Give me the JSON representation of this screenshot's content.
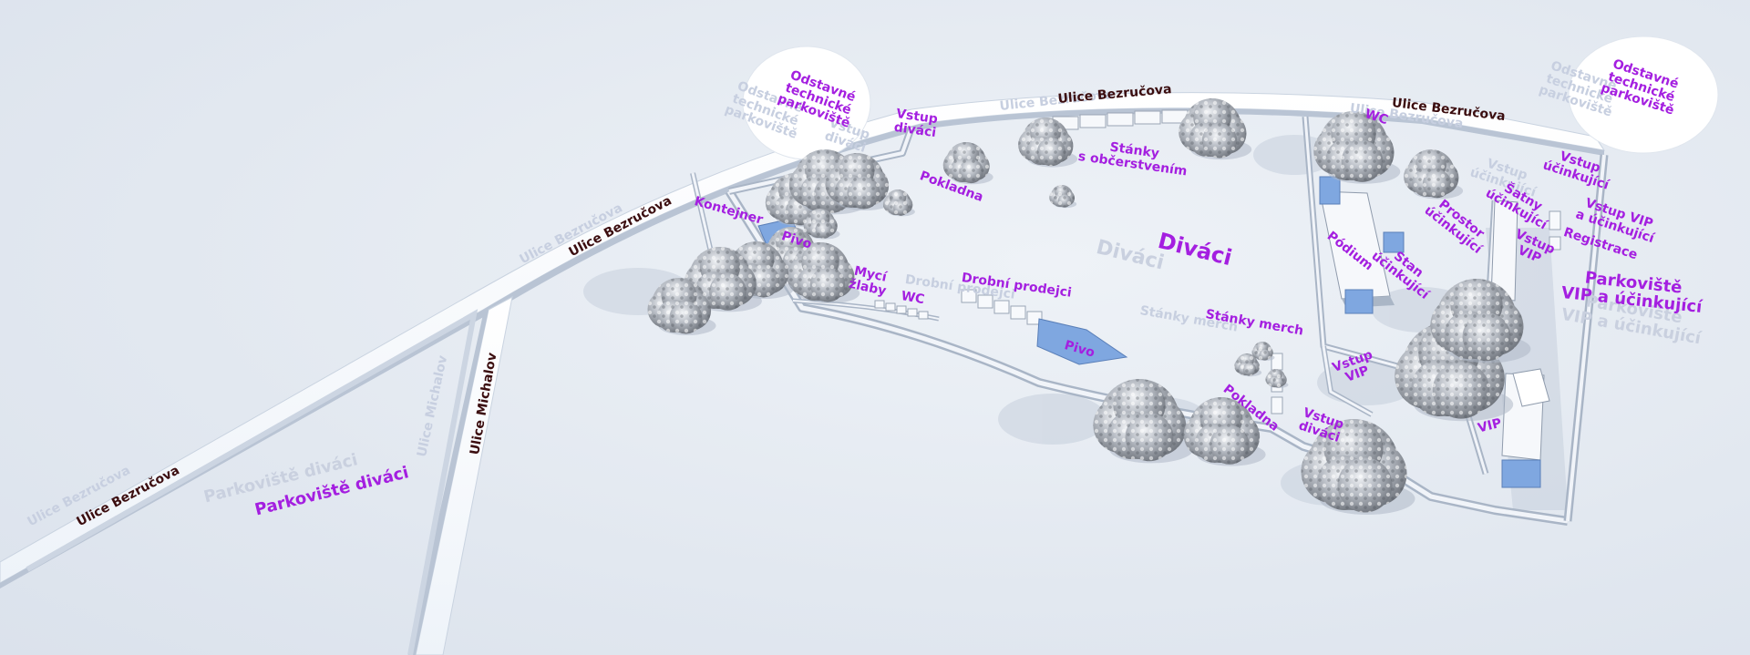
{
  "labels": {
    "street_bezrucova_1": "Ulice Bezručova",
    "street_bezrucova_2": "Ulice Bezručova",
    "street_bezrucova_3": "Ulice Bezručova",
    "street_bezrucova_4": "Ulice Bezručova",
    "street_michalov": "Ulice Michalov",
    "ghost_bezrucova_1": "Ulice Bezručova",
    "ghost_bezrucova_2": "Ulice Bezručova",
    "ghost_bezrucova_3": "Ulice Bezručova",
    "ghost_bezrucova_4": "Ulice Bezručova",
    "ghost_michalov": "Ulice Michalov",
    "parkoviste_divaci": "Parkoviště diváci",
    "ghost_parkoviste_divaci": "Parkoviště diváci",
    "odstavne_left": [
      "Odstavné",
      "technické",
      "parkoviště"
    ],
    "odstavne_right": [
      "Odstavné",
      "technické",
      "parkoviště"
    ],
    "ghost_odstavne": [
      "Odstavné",
      "technické",
      "parkoviště"
    ],
    "vstup_divaci_top": [
      "Vstup",
      "diváci"
    ],
    "ghost_vstup_divaci": [
      "Vstup",
      "diváci"
    ],
    "pokladna_top": "Pokladna",
    "kontejner": "Kontejner",
    "pivo_left": "Pivo",
    "myci_zlaby": [
      "Mycí",
      "žlaby"
    ],
    "wc_left": "WC",
    "drobni_prodejci": "Drobní prodejci",
    "ghost_drobni": "Drobní prodejci",
    "stanky_obcerstveni": [
      "Stánky",
      "s občerstvením"
    ],
    "divaci": "Diváci",
    "ghost_divaci": "Diváci",
    "stanky_merch": "Stánky merch",
    "ghost_stanky_merch": "Stánky merch",
    "pivo_center": "Pivo",
    "pokladna_bottom": "Pokladna",
    "vstup_divaci_bottom": [
      "Vstup",
      "diváci"
    ],
    "vstup_vip_mid": [
      "Vstup",
      "VIP"
    ],
    "vip": "VIP",
    "wc_top": "WC",
    "podium": "Pódium",
    "stan_ucinkujici": [
      "Stan",
      "účinkující"
    ],
    "prostor_ucinkujici": [
      "Prostor",
      "účinkující"
    ],
    "satny_ucinkujici": [
      "Šatny",
      "účinkující"
    ],
    "vstup_vip_right": [
      "Vstup",
      "VIP"
    ],
    "vstup_ucinkujici": [
      "Vstup",
      "účinkující"
    ],
    "vstup_vip_a_ucinkujici": [
      "Vstup VIP",
      "a účinkující"
    ],
    "registrace": "Registrace",
    "parkoviste_vip": [
      "Parkoviště",
      "VIP a účinkující"
    ],
    "ghost_vstup_ucinkujici": [
      "Vstup",
      "účinkující"
    ],
    "ghost_parkoviste_vip": [
      "Parkoviště",
      "VIP a účinkující"
    ]
  },
  "colors": {
    "ground": "#e3e9f1",
    "road": "#f8fbfe",
    "road_shadow": "#b9c4d4",
    "wall": "#eef2f8",
    "wall_side": "#aab6c6",
    "tree": "#8f949c",
    "tree_light": "#e4e7ec",
    "tent_blue": "#7fa7e0",
    "street_text": "#3b0d0f",
    "place_text": "#a41fe0",
    "ghost_text": "#c9d0df"
  }
}
